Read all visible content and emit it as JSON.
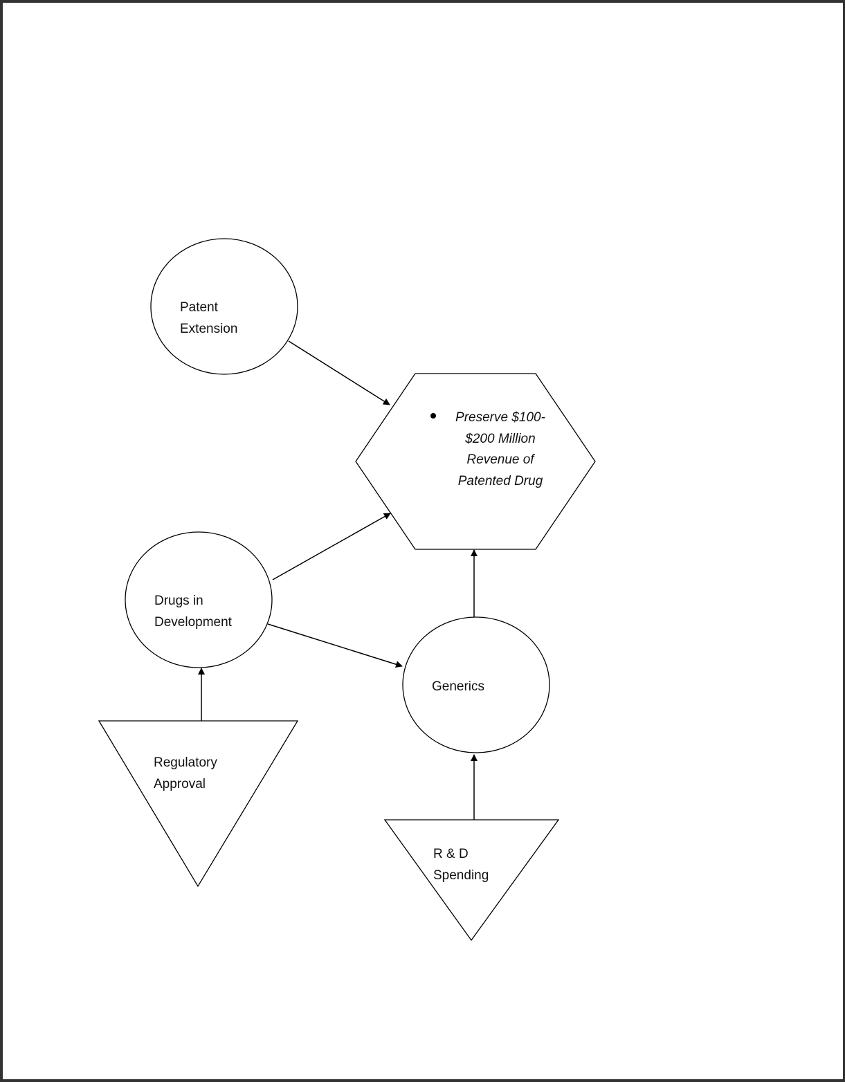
{
  "nodes": {
    "patent_extension": {
      "line1": "Patent",
      "line2": "Extension"
    },
    "goal": {
      "lines": [
        "Preserve $100-",
        "$200 Million",
        "Revenue of",
        "Patented Drug"
      ]
    },
    "drugs_in_development": {
      "line1": "Drugs in",
      "line2": "Development"
    },
    "generics": {
      "line1": "Generics"
    },
    "regulatory_approval": {
      "line1": "Regulatory",
      "line2": "Approval"
    },
    "rd_spending": {
      "line1": "R & D",
      "line2": "Spending"
    }
  },
  "edges": [
    {
      "from": "patent_extension",
      "to": "goal"
    },
    {
      "from": "drugs_in_development",
      "to": "goal"
    },
    {
      "from": "drugs_in_development",
      "to": "generics"
    },
    {
      "from": "generics",
      "to": "goal"
    },
    {
      "from": "regulatory_approval",
      "to": "drugs_in_development"
    },
    {
      "from": "rd_spending",
      "to": "generics"
    }
  ]
}
